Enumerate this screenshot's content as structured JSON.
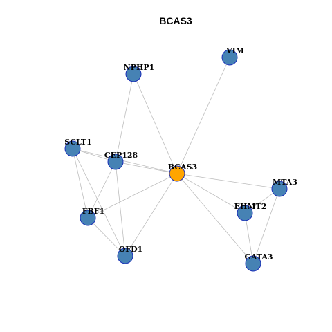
{
  "title": "BCAS3",
  "colors": {
    "hub": "#ffa500",
    "node": "#4682b4",
    "node_border": "#1a2fb8",
    "edge": "#bdbdbd"
  },
  "nodes": [
    {
      "id": "BCAS3",
      "label": "BCAS3",
      "hub": true
    },
    {
      "id": "VIM",
      "label": "VIM"
    },
    {
      "id": "NPHP1",
      "label": "NPHP1"
    },
    {
      "id": "SCLT1",
      "label": "SCLT1"
    },
    {
      "id": "CEP128",
      "label": "CEP128"
    },
    {
      "id": "MTA3",
      "label": "MTA3"
    },
    {
      "id": "EHMT2",
      "label": "EHMT2"
    },
    {
      "id": "FBF1",
      "label": "FBF1"
    },
    {
      "id": "OFD1",
      "label": "OFD1"
    },
    {
      "id": "GATA3",
      "label": "GATA3"
    }
  ],
  "edges": [
    [
      "BCAS3",
      "VIM"
    ],
    [
      "BCAS3",
      "NPHP1"
    ],
    [
      "BCAS3",
      "SCLT1"
    ],
    [
      "BCAS3",
      "CEP128"
    ],
    [
      "BCAS3",
      "MTA3"
    ],
    [
      "BCAS3",
      "EHMT2"
    ],
    [
      "BCAS3",
      "FBF1"
    ],
    [
      "BCAS3",
      "OFD1"
    ],
    [
      "BCAS3",
      "GATA3"
    ],
    [
      "NPHP1",
      "CEP128"
    ],
    [
      "SCLT1",
      "CEP128"
    ],
    [
      "SCLT1",
      "FBF1"
    ],
    [
      "SCLT1",
      "OFD1"
    ],
    [
      "CEP128",
      "FBF1"
    ],
    [
      "CEP128",
      "OFD1"
    ],
    [
      "FBF1",
      "OFD1"
    ],
    [
      "MTA3",
      "EHMT2"
    ],
    [
      "MTA3",
      "GATA3"
    ],
    [
      "EHMT2",
      "GATA3"
    ]
  ]
}
